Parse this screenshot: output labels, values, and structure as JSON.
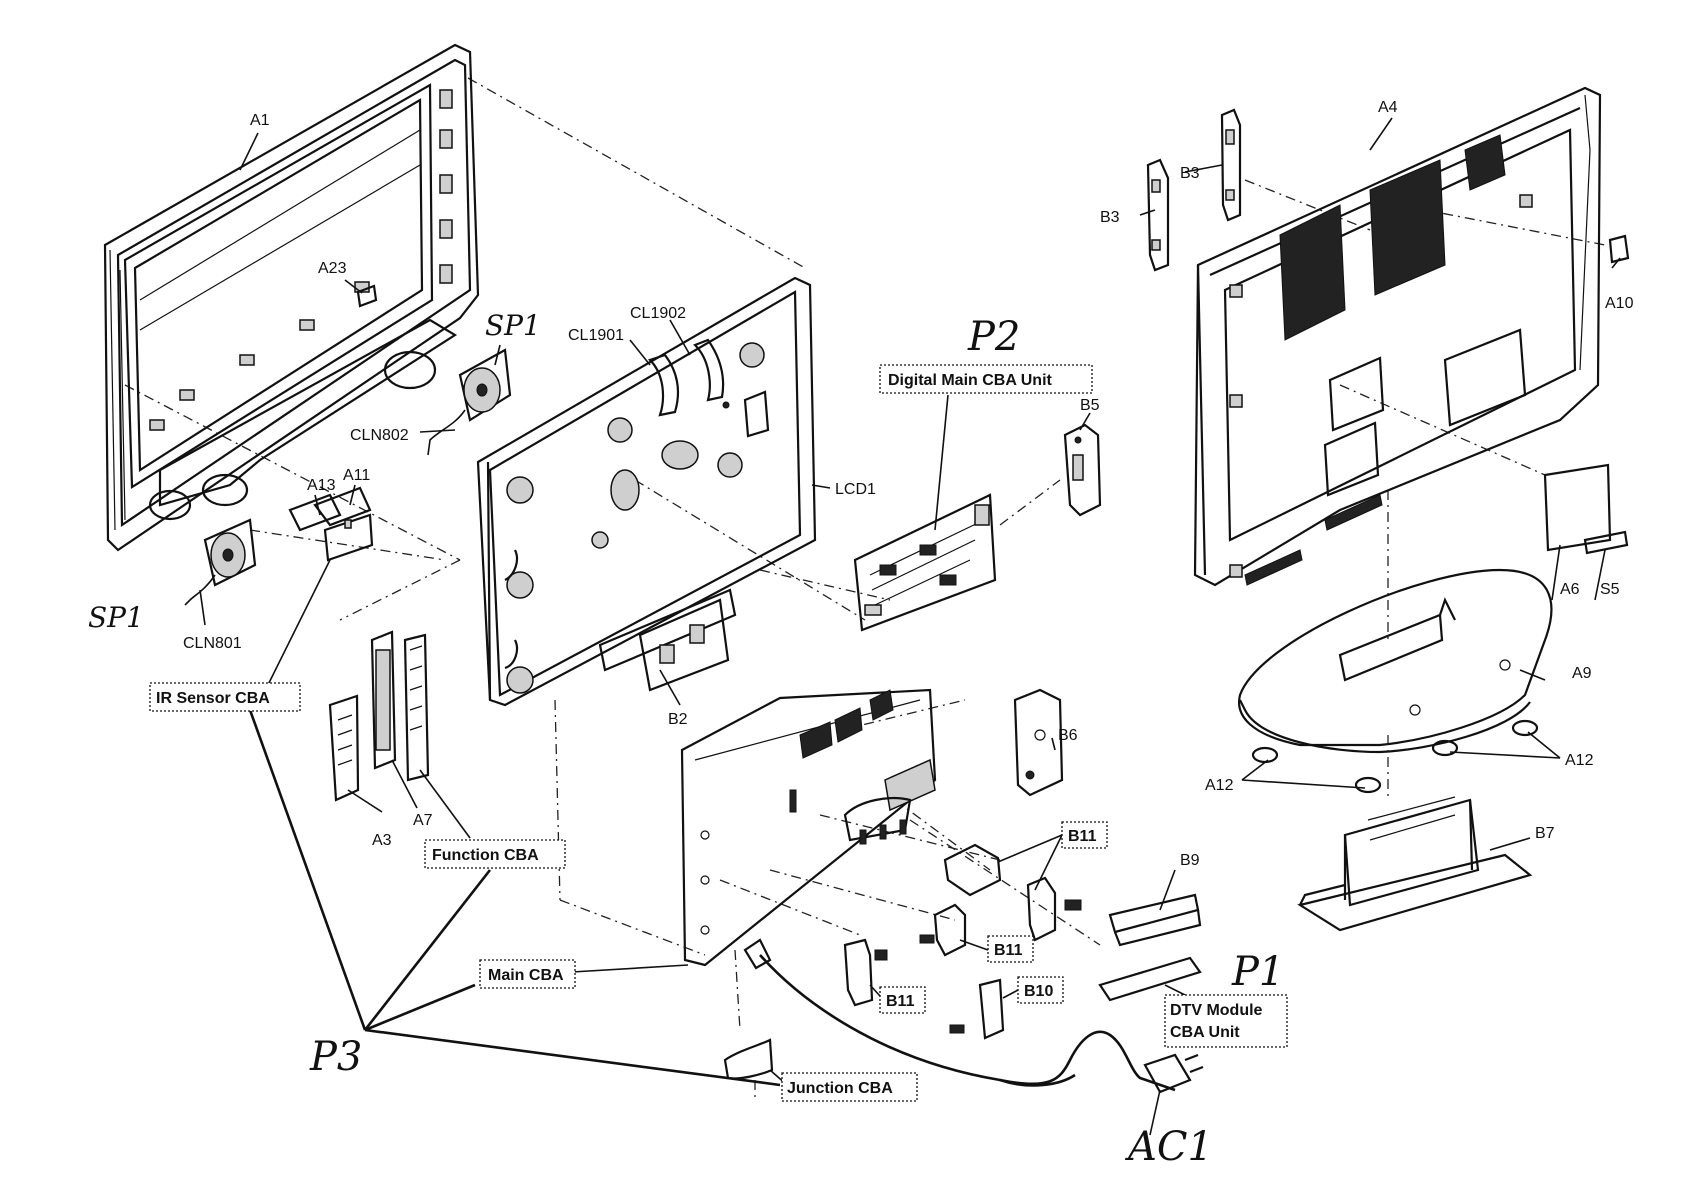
{
  "diagram": {
    "labels": {
      "A1": "A1",
      "A23": "A23",
      "SP1_top": "SP1",
      "CLN802": "CLN802",
      "A13": "A13",
      "A11": "A11",
      "SP1_left": "SP1",
      "CLN801": "CLN801",
      "CL1901": "CL1901",
      "CL1902": "CL1902",
      "LCD1": "LCD1",
      "B2": "B2",
      "P2": "P2",
      "B5": "B5",
      "A4": "A4",
      "B3_a": "B3",
      "B3_b": "B3",
      "A10": "A10",
      "A6": "A6",
      "S5": "S5",
      "A9": "A9",
      "A12_left": "A12",
      "A12_right": "A12",
      "B7": "B7",
      "A3": "A3",
      "A7": "A7",
      "B6": "B6",
      "B9": "B9",
      "P1": "P1",
      "P3": "P3",
      "AC1": "AC1",
      "B11_top": "B11",
      "B11_mid": "B11",
      "B11_bot": "B11",
      "B10": "B10"
    },
    "boxed_labels": {
      "digital_main": "Digital Main CBA Unit",
      "ir_sensor": "IR Sensor CBA",
      "function": "Function CBA",
      "main": "Main CBA",
      "junction": "Junction CBA",
      "dtv_line1": "DTV Module",
      "dtv_line2": "CBA Unit"
    }
  }
}
